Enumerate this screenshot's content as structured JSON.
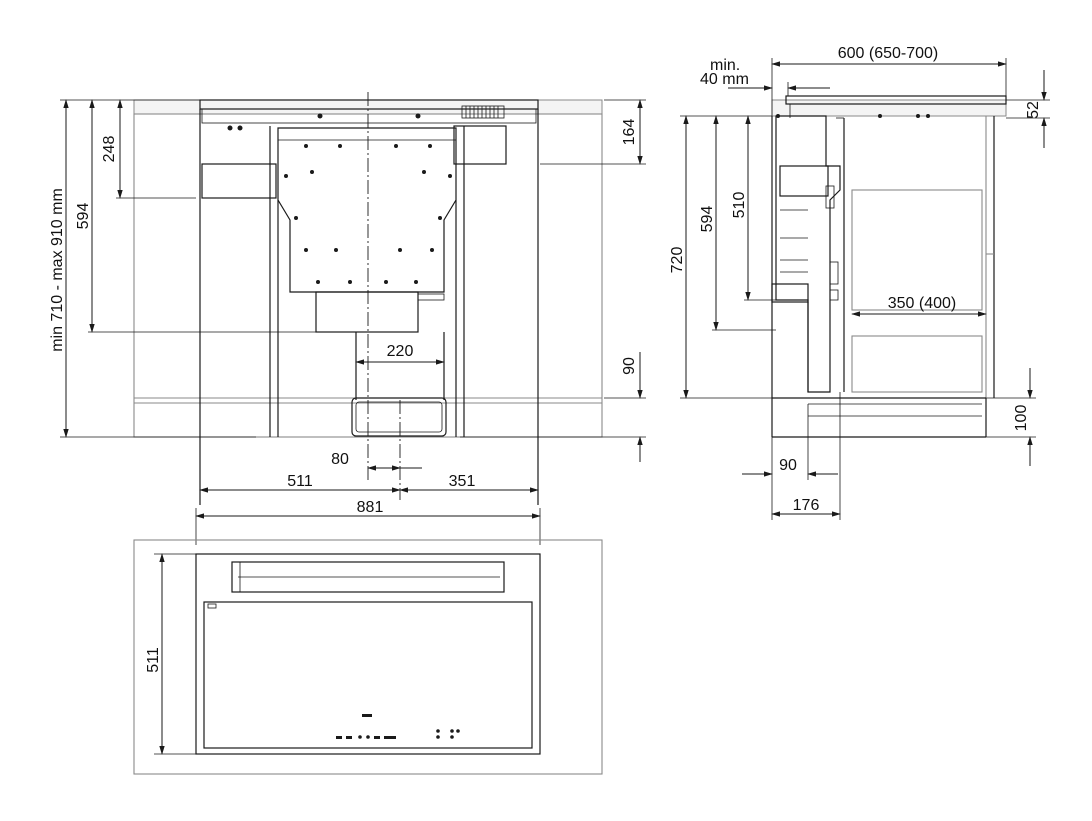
{
  "dims": {
    "front": {
      "total_height": "min 710 - max 910 mm",
      "h_594": "594",
      "h_248": "248",
      "h_164": "164",
      "h_90": "90",
      "w_220": "220",
      "w_80": "80",
      "w_511": "511",
      "w_351": "351",
      "w_881": "881"
    },
    "side": {
      "min_label": "min.",
      "min_40": "40 mm",
      "w_600": "600 (650-700)",
      "h_52": "52",
      "h_720": "720",
      "h_594": "594",
      "h_510": "510",
      "w_350": "350 (400)",
      "h_100": "100",
      "w_90": "90",
      "w_176": "176"
    },
    "top": {
      "d_511": "511"
    }
  }
}
